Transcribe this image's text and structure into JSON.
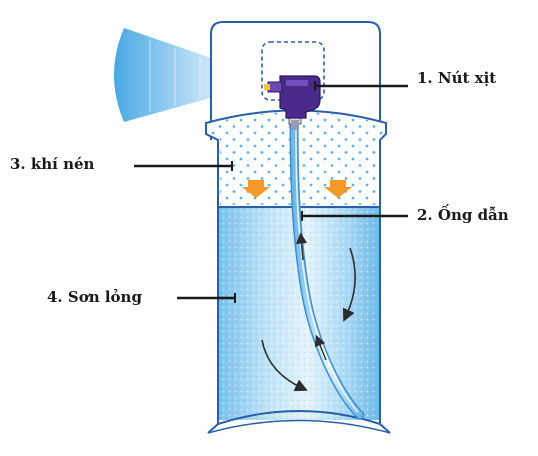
{
  "diagram": {
    "labels": {
      "nozzle": "1. Nút xịt",
      "tube": "2. Ống dẫn",
      "gas": "3. khí nén",
      "liquid": "4. Sơn lỏng"
    },
    "colors": {
      "outline": "#2a5fa8",
      "liquid_light": "#d4ecfa",
      "liquid_dark": "#7ec4ee",
      "gas_dots": "#5fb3e8",
      "nozzle": "#4a2a8a",
      "arrow_orange": "#f39a2a",
      "spray": "#5db5ea",
      "leader_line": "#1a1a1a"
    },
    "icons": {
      "pressure_arrows": "orange-down-arrow-icon",
      "flow_arrows": "curved-arrow-icon"
    }
  }
}
